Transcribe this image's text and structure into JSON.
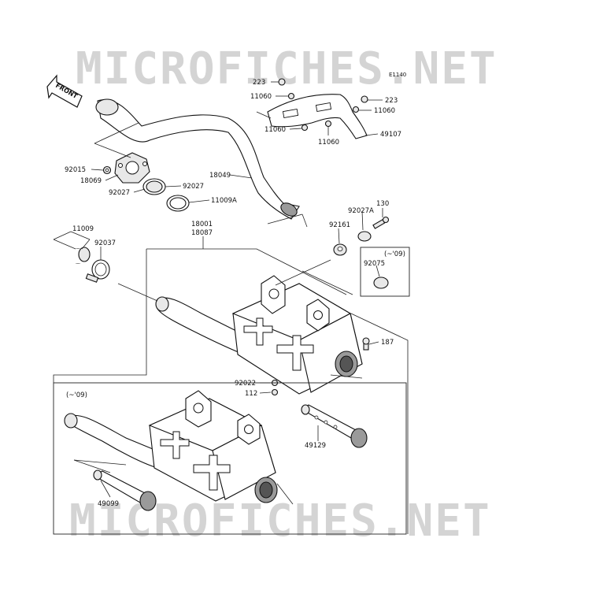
{
  "watermark": {
    "top": "MICROFICHES.NET",
    "bottom": "MICROFICHES.NET"
  },
  "diagram_code": "E1140",
  "front_arrow_label": "FRONT",
  "inset_label_main": "(~'09)",
  "inset_label_small": "(~'09)",
  "part_labels": {
    "p223a": "223",
    "p223b": "223",
    "p11060a": "11060",
    "p11060b": "11060",
    "p11060c": "11060",
    "p11060d": "11060",
    "p49107": "49107",
    "p92015": "92015",
    "p18069": "18069",
    "p92027a": "92027",
    "p92027b": "92027",
    "p11009A": "11009A",
    "p18049": "18049",
    "p92027A": "92027A",
    "p130": "130",
    "p11009": "11009",
    "p18001": "18001",
    "p18087": "18087",
    "p92037": "92037",
    "p92161": "92161",
    "p92075": "92075",
    "p187": "187",
    "p92022": "92022",
    "p112": "112",
    "p49129": "49129",
    "p49099": "49099"
  }
}
